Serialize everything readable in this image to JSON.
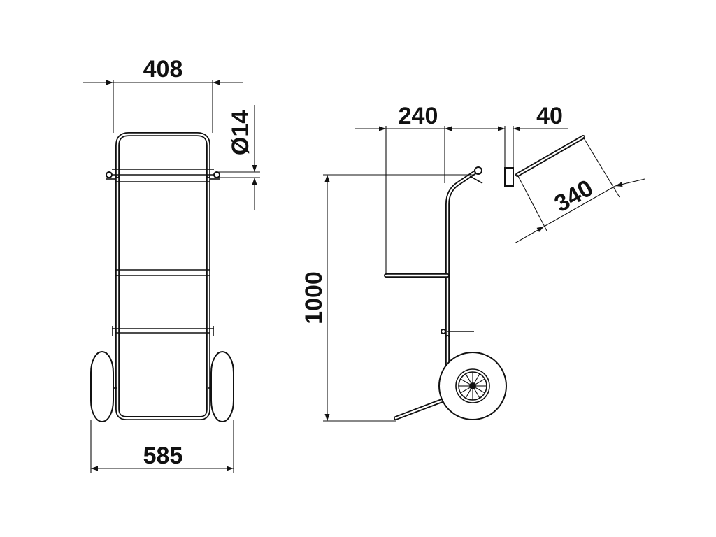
{
  "dimensions": {
    "top_width": "408",
    "tube_diameter": "Ø14",
    "bottom_width": "585",
    "height": "1000",
    "handle_offset": "240",
    "handle_thickness": "40",
    "handle_length": "340"
  }
}
